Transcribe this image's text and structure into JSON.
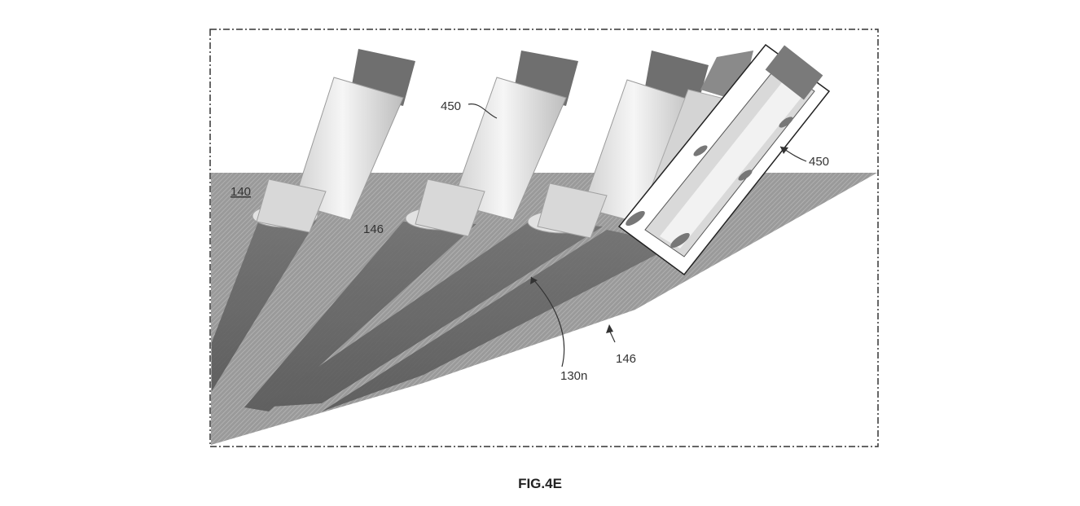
{
  "figure": {
    "caption": "FIG.4E",
    "labels": {
      "region": "140",
      "implant_left": "450",
      "implant_right": "450",
      "surface_left": "146",
      "surface_right": "146",
      "channel": "130n"
    }
  },
  "colors": {
    "background": "#ffffff",
    "border": "#333333",
    "surface": "#8f8f8f",
    "shadow": "#6b6b6b",
    "hatch": "#a8a8a8"
  }
}
